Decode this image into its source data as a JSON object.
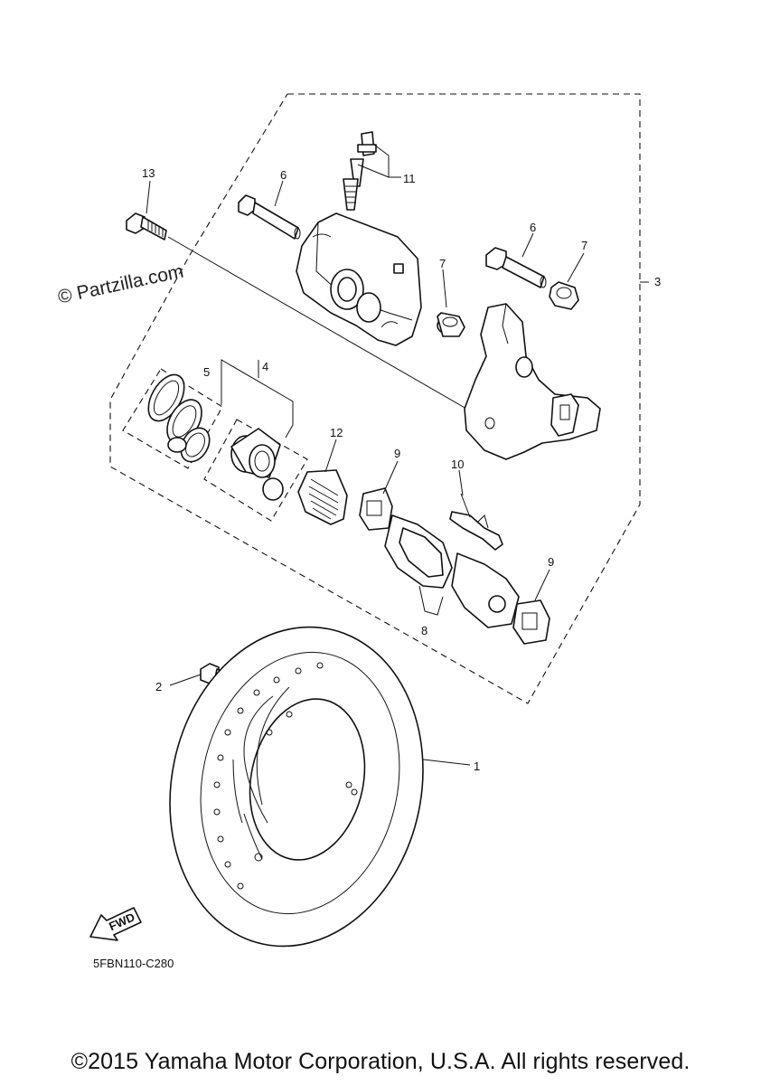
{
  "watermark": "© Partzilla.com",
  "diagram_code": "5FBN110-C280",
  "copyright": "©2015 Yamaha Motor Corporation, U.S.A. All rights reserved.",
  "fwd_label": "FWD",
  "callouts": {
    "c1": "1",
    "c2": "2",
    "c3": "3",
    "c4": "4",
    "c5": "5",
    "c6a": "6",
    "c6b": "6",
    "c7a": "7",
    "c7b": "7",
    "c8": "8",
    "c9a": "9",
    "c9b": "9",
    "c10": "10",
    "c11": "11",
    "c12": "12",
    "c13": "13"
  }
}
